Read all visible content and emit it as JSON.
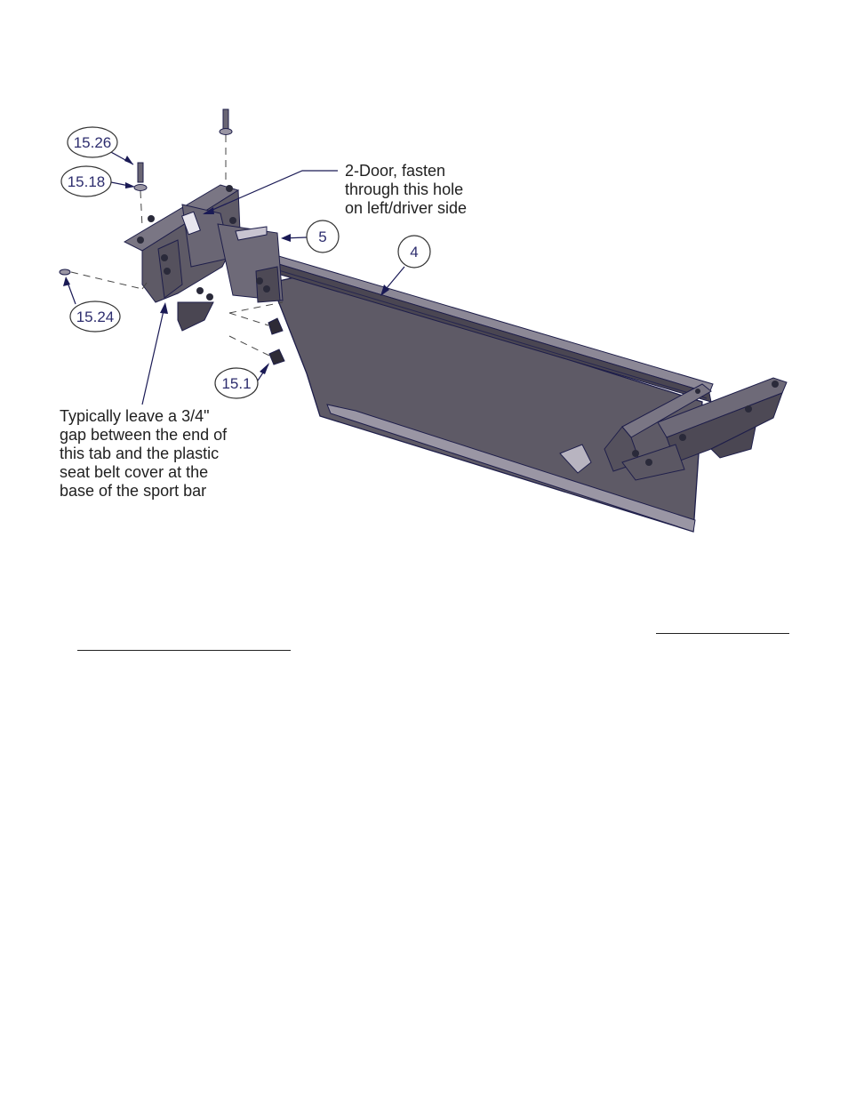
{
  "figure": {
    "callouts": {
      "c1526": "15.26",
      "c1518": "15.18",
      "c1524": "15.24",
      "c151": "15.1",
      "c5": "5",
      "c4": "4"
    },
    "notes": {
      "two_door": "2-Door, fasten\nthrough this hole\non left/driver side",
      "gap_tip": "Typically leave a 3/4\"\ngap between the end of\nthis tab and the plastic\nseat belt cover at the\nbase of the sport bar"
    }
  },
  "colors": {
    "part_fill": "#5e5a66",
    "part_dark": "#45414d",
    "part_light": "#8c8896",
    "outline": "#1e1e4a",
    "leader": "#1a1a55"
  }
}
